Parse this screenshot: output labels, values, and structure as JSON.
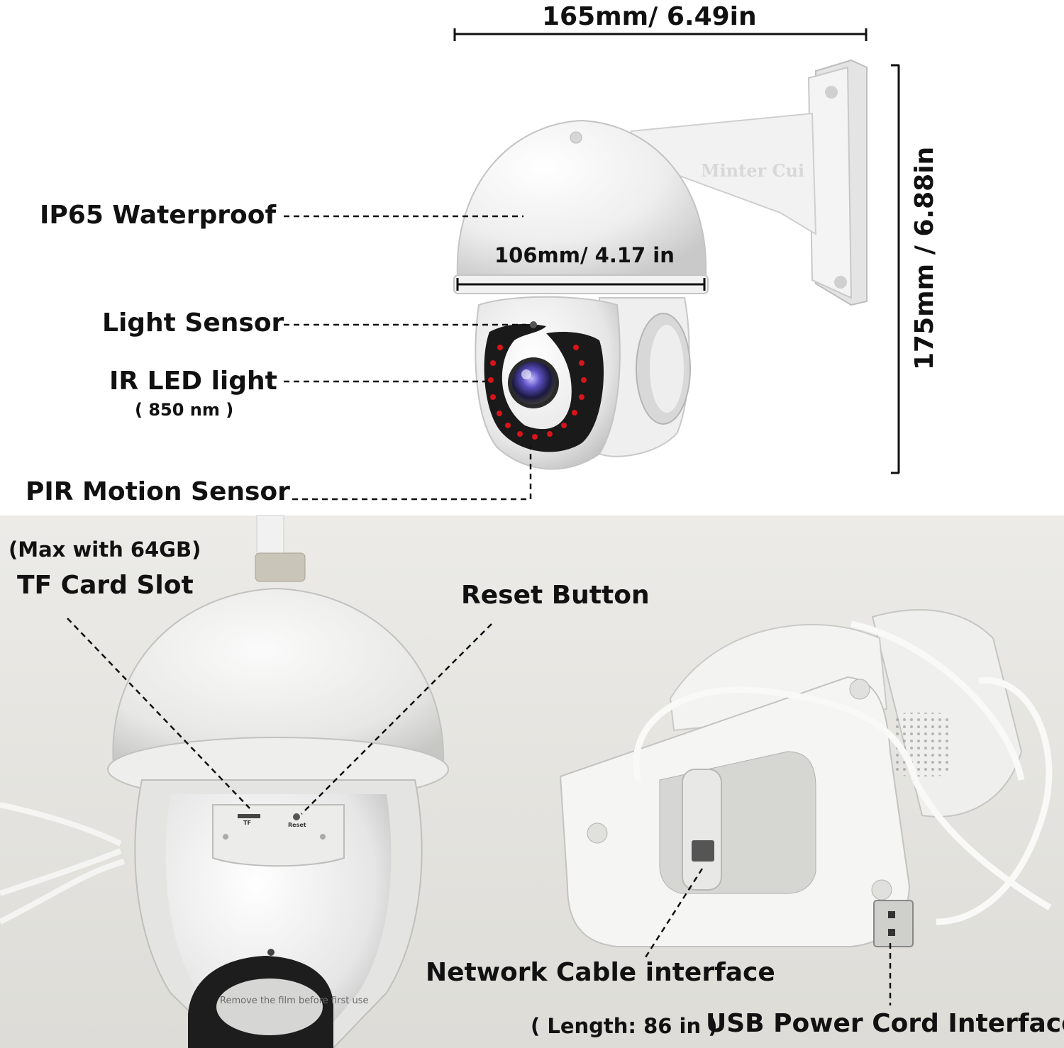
{
  "top": {
    "dim_width": "165mm/ 6.49in",
    "dim_height": "175mm / 6.88in",
    "dim_dome": "106mm/ 4.17 in",
    "watermark": "Minter Cui",
    "callouts": {
      "waterproof": "IP65 Waterproof",
      "light_sensor": "Light Sensor",
      "ir_led": "IR LED light",
      "ir_wavelength": "( 850 nm )",
      "pir": "PIR Motion Sensor"
    }
  },
  "bottom_left": {
    "tf_capacity": "(Max with 64GB)",
    "tf_slot": "TF Card Slot",
    "reset": "Reset Button",
    "tf_mark": "TF",
    "reset_mark": "Reset",
    "film_text": "Remove the film before first use"
  },
  "bottom_right": {
    "network": "Network Cable interface",
    "cord_length": "( Length: 86 in )",
    "usb": "USB Power Cord Interface"
  },
  "colors": {
    "background_top": "#ffffff",
    "background_bottom": "#e9e8e4",
    "ir_led": "#d8141a",
    "lens": "#4a3fa0"
  }
}
